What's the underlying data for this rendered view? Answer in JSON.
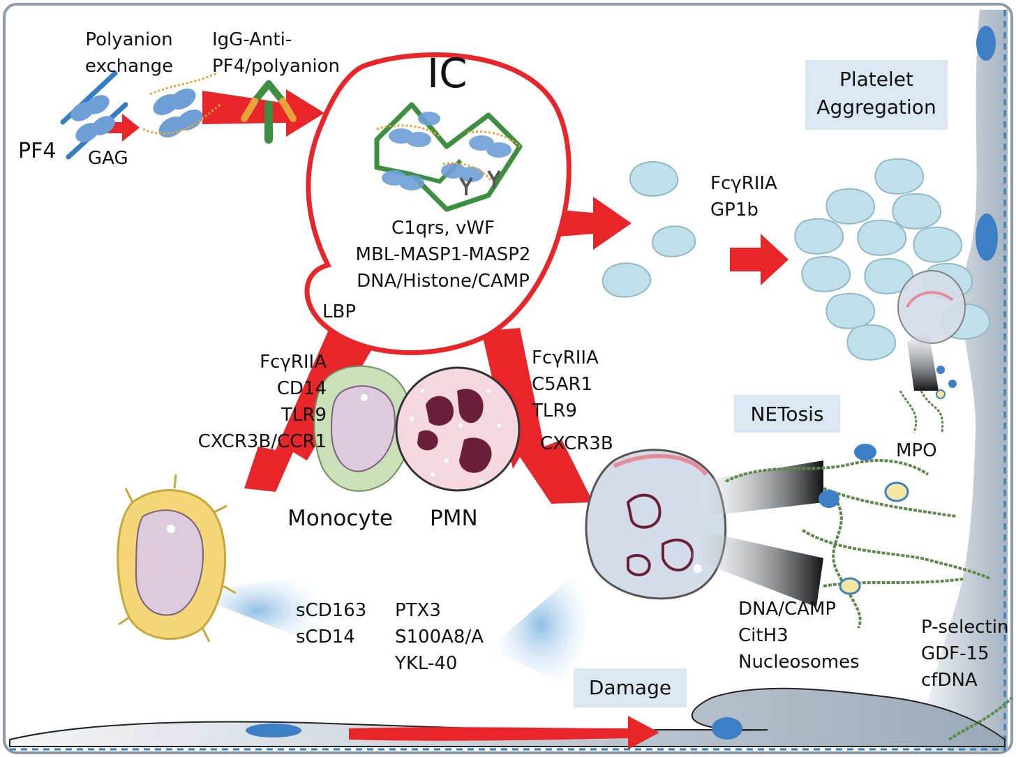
{
  "labels": {
    "pf4": "PF4",
    "gag": "GAG",
    "polyanion_exchange": [
      "Polyanion",
      "exchange"
    ],
    "igg": [
      "IgG-Anti-",
      "PF4/polyanion"
    ],
    "ic": "IC",
    "ic_bindings": [
      "C1qrs, vWF",
      "MBL-MASP1-MASP2",
      "DNA/Histone/CAMP"
    ],
    "lbp": "LBP",
    "platelet_receptors": [
      "FcγRIIA",
      "GP1b"
    ],
    "platelet_aggregation": [
      "Platelet",
      "Aggregation"
    ],
    "monocyte_receptors": [
      "FcγRIIA",
      "CD14",
      "TLR9",
      "CXCR3B/CCR1"
    ],
    "pmn_receptors": [
      "FcγRIIA",
      "C5AR1",
      "TLR9"
    ],
    "cxcr3b": "CXCR3B",
    "monocyte": "Monocyte",
    "pmn": "PMN",
    "netosis": "NETosis",
    "mpo": "MPO",
    "monocyte_markers": [
      "sCD163",
      "sCD14"
    ],
    "pmn_markers": [
      "PTX3",
      "S100A8/A",
      "YKL-40"
    ],
    "net_markers": [
      "DNA/CAMP",
      "CitH3",
      "Nucleosomes"
    ],
    "endothelial_markers": [
      "P-selectin",
      "GDF-15",
      "cfDNA"
    ],
    "damage": "Damage"
  },
  "colors": {
    "arrow": "#e8262a",
    "frame": "#8a9aa6",
    "boundary_dash": "#2f7fc1",
    "label_box": "#dbe8f2",
    "pf4_protein": "#6d9fd6",
    "antibody_green": "#3e8e41",
    "antibody_orange": "#e8a33a",
    "platelet": "#bfe0ea",
    "monocyte_membrane": "#c9e0b9",
    "pmn_cytoplasm": "#f4d8de",
    "pmn_nucleus": "#6b1e3a",
    "macrophage_membrane": "#f3d777",
    "mpo_dot": "#3d7fc4",
    "dna_fiber": "#5a8a4a"
  }
}
